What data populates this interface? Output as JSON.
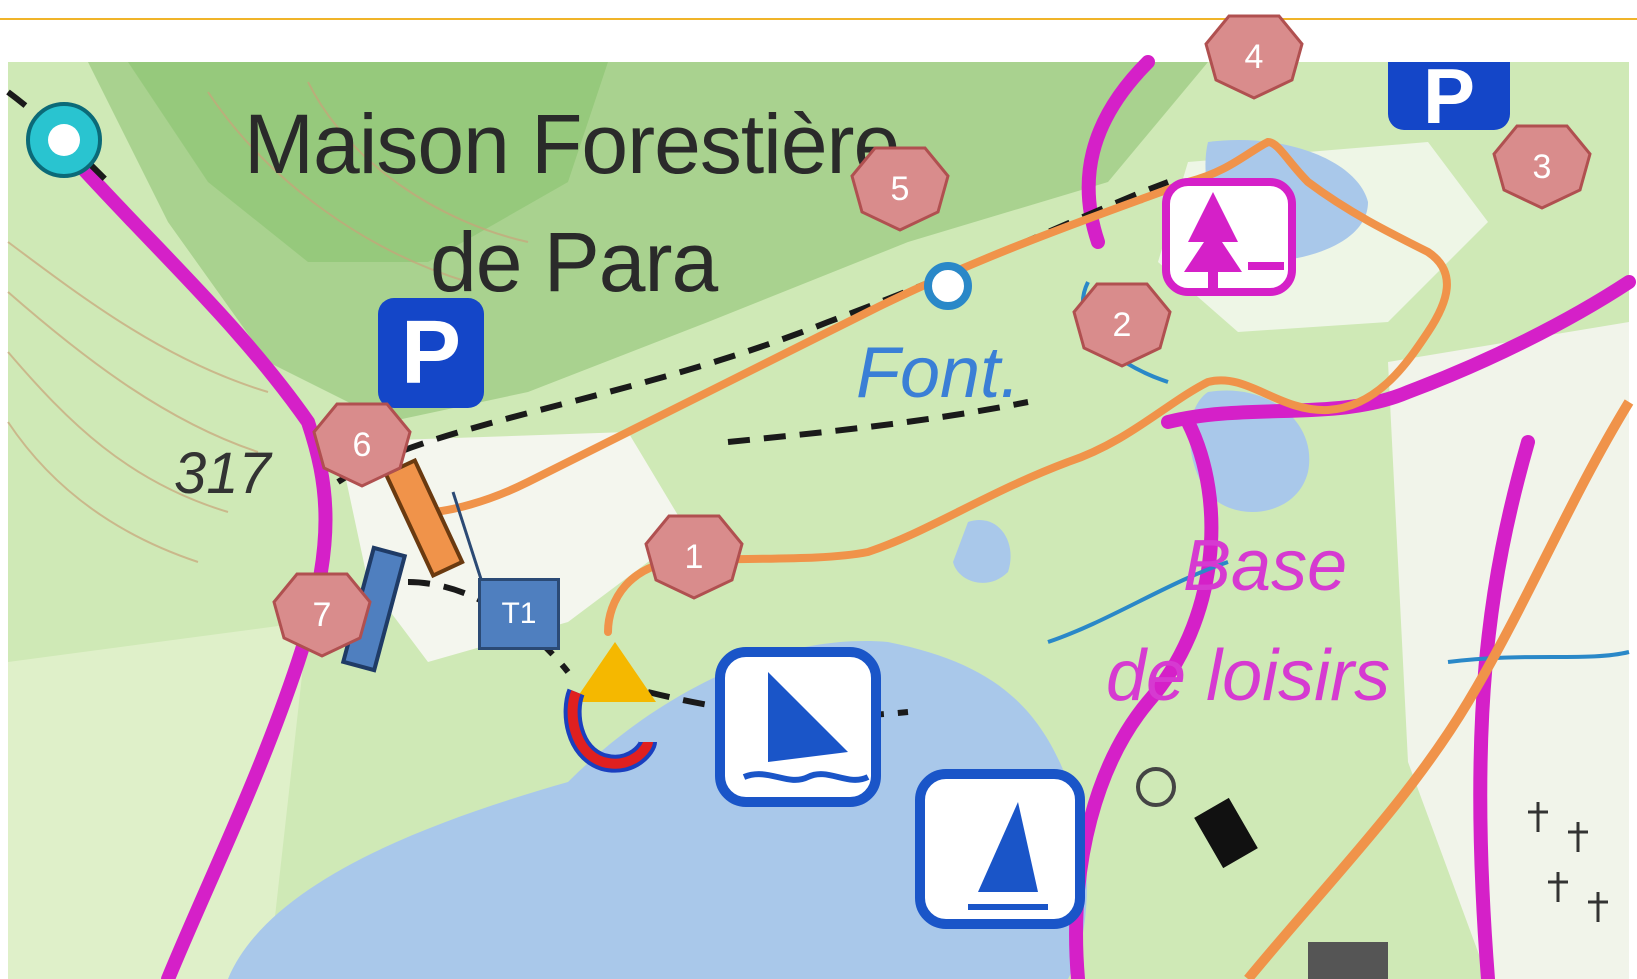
{
  "map": {
    "labels": {
      "place_line1": "Maison Forestière",
      "place_line2": "de Para",
      "elevation": "317",
      "spring": "Font.",
      "leisure_line1": "Base",
      "leisure_line2": "de loisirs"
    },
    "parking_symbol": "P",
    "route_color": "#f0934a",
    "markers": [
      {
        "label": "1"
      },
      {
        "label": "2"
      },
      {
        "label": "3"
      },
      {
        "label": "4"
      },
      {
        "label": "5"
      },
      {
        "label": "6"
      },
      {
        "label": "7"
      }
    ],
    "marker_color": "#d98c8c",
    "marker_stroke": "#b05050",
    "control_box": {
      "label": "T1",
      "color": "#4f7fbf"
    },
    "icons": [
      "start-triangle-icon",
      "finish-magnet-icon",
      "sailing-icon",
      "tree-icon",
      "viewpoint-icon",
      "water-point-icon"
    ]
  }
}
